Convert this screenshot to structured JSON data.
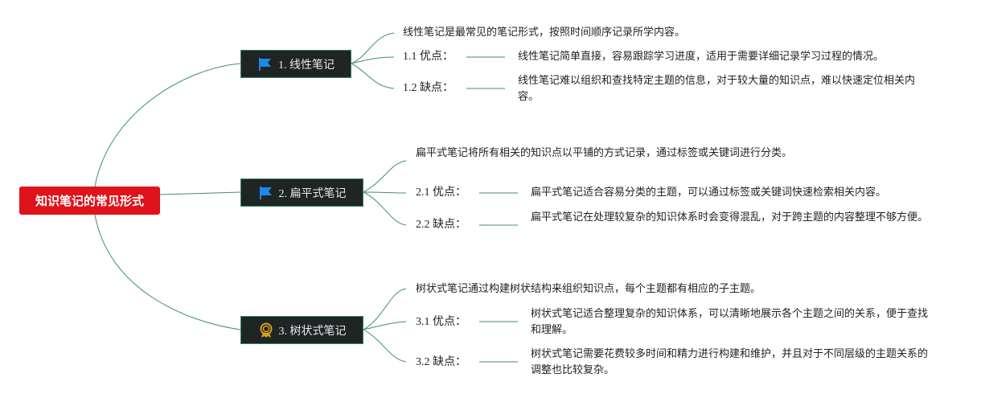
{
  "root": {
    "label": "知识笔记的常见形式"
  },
  "branches": [
    {
      "label": "1. 线性笔记",
      "icon": "flag-icon",
      "summary": "线性笔记是最常见的笔记形式，按照时间顺序记录所学内容。",
      "pros": {
        "label": "1.1 优点：",
        "text": "线性笔记简单直接，容易跟踪学习进度，适用于需要详细记录学习过程的情况。"
      },
      "cons": {
        "label": "1.2 缺点：",
        "text": "线性笔记难以组织和查找特定主题的信息，对于较大量的知识点，难以快速定位相关内容。"
      }
    },
    {
      "label": "2. 扁平式笔记",
      "icon": "flag-icon",
      "summary": "扁平式笔记将所有相关的知识点以平铺的方式记录，通过标签或关键词进行分类。",
      "pros": {
        "label": "2.1 优点：",
        "text": "扁平式笔记适合容易分类的主题，可以通过标签或关键词快速检索相关内容。"
      },
      "cons": {
        "label": "2.2 缺点：",
        "text": "扁平式笔记在处理较复杂的知识体系时会变得混乱，对于跨主题的内容整理不够方便。"
      }
    },
    {
      "label": "3. 树状式笔记",
      "icon": "award-ribbon-icon",
      "summary": "树状式笔记通过构建树状结构来组织知识点，每个主题都有相应的子主题。",
      "pros": {
        "label": "3.1 优点：",
        "text": "树状式笔记适合整理复杂的知识体系，可以清晰地展示各个主题之间的关系，便于查找和理解。"
      },
      "cons": {
        "label": "3.2 缺点：",
        "text": "树状式笔记需要花费较多时间和精力进行构建和维护，并且对于不同层级的主题关系的调整也比较复杂。"
      }
    }
  ],
  "colors": {
    "root_bg": "#e0121b",
    "branch_bg": "#1f2425",
    "branch_border": "#2d8a5c",
    "line": "#3d8f6d",
    "flag": "#1e88e5",
    "award": "#d6a21e"
  }
}
